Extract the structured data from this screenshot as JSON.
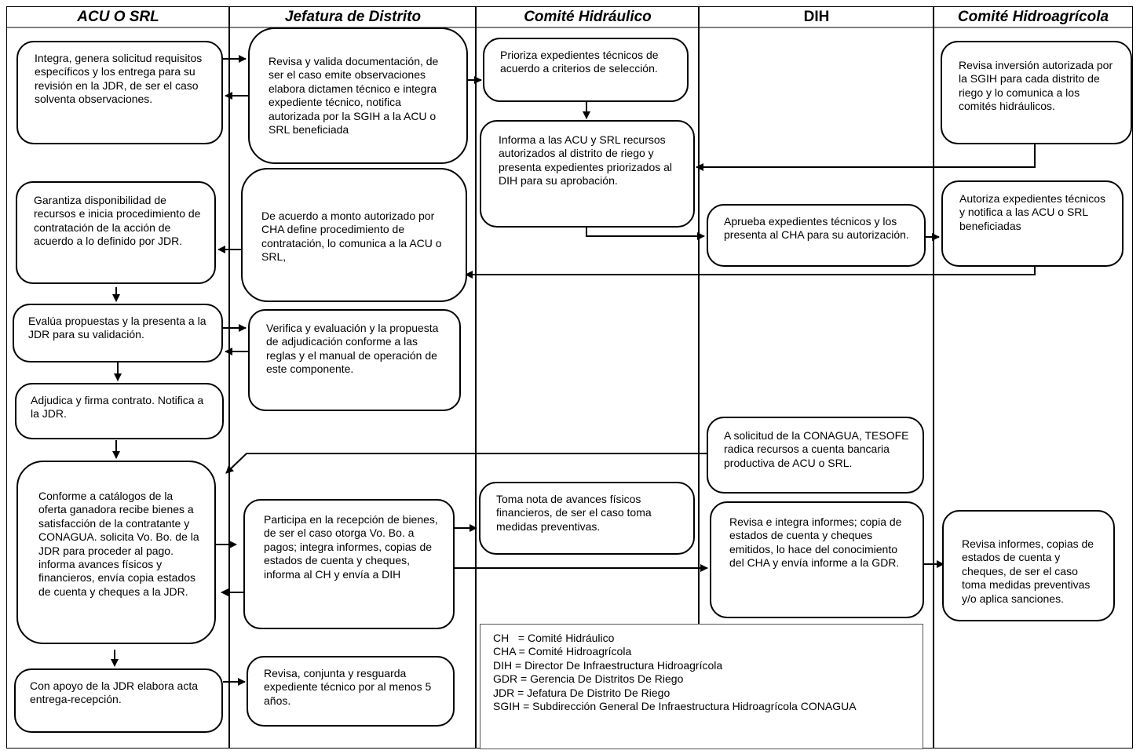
{
  "lanes": [
    {
      "id": "acu",
      "title": "ACU O SRL"
    },
    {
      "id": "jdr",
      "title": "Jefatura de Distrito"
    },
    {
      "id": "ch",
      "title": "Comité Hidráulico"
    },
    {
      "id": "dih",
      "title": "DIH"
    },
    {
      "id": "cha",
      "title": "Comité Hidroagrícola"
    }
  ],
  "boxes": {
    "acu_integra": "Integra, genera solicitud requisitos específicos y los entrega para su revisión en la JDR, de ser el caso solventa observaciones.",
    "acu_garantiza": "Garantiza disponibilidad de recursos e inicia procedimiento de contratación de la acción de acuerdo a lo definido por JDR.",
    "acu_evalua": "Evalúa propuestas y la presenta a la JDR para su validación.",
    "acu_adjudica": "Adjudica y firma contrato. Notifica a la JDR.",
    "acu_conforme": "Conforme a catálogos de la oferta ganadora recibe bienes a satisfacción de la contratante y CONAGUA. solicita Vo. Bo. de la JDR para proceder al pago. informa avances físicos y financieros, envía copia estados de cuenta y cheques a la JDR.",
    "acu_apoyo": "Con apoyo de la JDR elabora acta entrega-recepción.",
    "jdr_revisa": "Revisa y valida documentación, de ser el caso emite observaciones elabora dictamen técnico e integra expediente técnico, notifica autorizada por la SGIH a la ACU o SRL beneficiada",
    "jdr_monto": "De acuerdo a monto autorizado por CHA define procedimiento de contratación, lo comunica a la ACU o SRL,",
    "jdr_verifica": "Verifica y evaluación y la propuesta de adjudicación conforme a las reglas y el manual de operación de este componente.",
    "jdr_participa": "Participa en la recepción de bienes, de ser el caso otorga Vo. Bo. a pagos; integra informes, copias de estados de cuenta y cheques, informa al CH y envía a DIH",
    "jdr_resguarda": "Revisa, conjunta y resguarda expediente técnico por al menos 5 años.",
    "ch_prioriza": "Prioriza expedientes técnicos de acuerdo a criterios de selección.",
    "ch_informa": "Informa a las ACU y SRL recursos autorizados al distrito de riego y presenta expedientes priorizados al DIH para su aprobación.",
    "ch_toma": "Toma nota de avances físicos financieros, de ser el caso toma medidas preventivas.",
    "dih_aprueba": "Aprueba expedientes técnicos y los presenta al CHA para su autorización.",
    "dih_solicitud": "A solicitud de la CONAGUA, TESOFE radica recursos a cuenta bancaria productiva de ACU o SRL.",
    "dih_integra": "Revisa e integra informes; copia de estados de cuenta y cheques emitidos, lo hace del conocimiento del CHA y envía informe a la GDR.",
    "cha_inversion": "Revisa inversión autorizada por la SGIH para cada distrito de riego y lo comunica a los comités hidráulicos.",
    "cha_autoriza": "Autoriza expedientes técnicos y notifica a las ACU o SRL beneficiadas",
    "cha_informes": "Revisa informes, copias de estados de cuenta y cheques, de ser el caso toma medidas preventivas y/o aplica sanciones."
  },
  "legend": [
    "CH   = Comité Hidráulico",
    "CHA = Comité Hidroagrícola",
    "DIH = Director De Infraestructura Hidroagrícola",
    "GDR = Gerencia De Distritos De Riego",
    "JDR = Jefatura De Distrito De Riego",
    "SGIH = Subdirección General De Infraestructura Hidroagrícola CONAGUA"
  ]
}
